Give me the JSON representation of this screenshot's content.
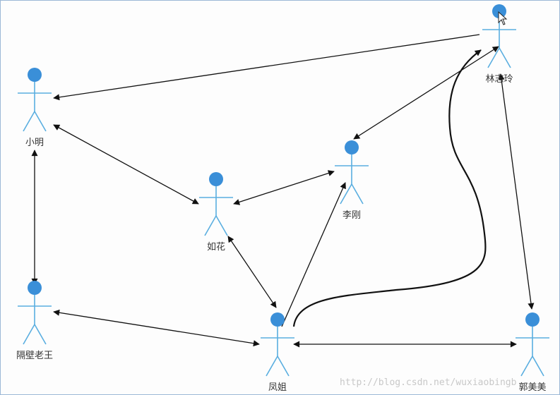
{
  "colors": {
    "actor_head": "#3a8fd8",
    "actor_body": "#5aaee0",
    "edge": "#111111",
    "label": "#333333",
    "watermark": "#c8c8c8"
  },
  "actors": [
    {
      "id": "xiaoming",
      "label": "小明"
    },
    {
      "id": "linzhiling",
      "label": "林志玲"
    },
    {
      "id": "ruhua",
      "label": "如花"
    },
    {
      "id": "ligang",
      "label": "李刚"
    },
    {
      "id": "gebilaowang",
      "label": "隔壁老王"
    },
    {
      "id": "fengjie",
      "label": "凤姐"
    },
    {
      "id": "guomeimei",
      "label": "郭美美"
    }
  ],
  "edges": [
    {
      "from": "linzhiling",
      "to": "xiaoming",
      "arrows": "end"
    },
    {
      "from": "xiaoming",
      "to": "ruhua",
      "arrows": "both"
    },
    {
      "from": "xiaoming",
      "to": "gebilaowang",
      "arrows": "both"
    },
    {
      "from": "linzhiling",
      "to": "ligang",
      "arrows": "both"
    },
    {
      "from": "ruhua",
      "to": "ligang",
      "arrows": "both"
    },
    {
      "from": "ruhua",
      "to": "fengjie",
      "arrows": "both"
    },
    {
      "from": "fengjie",
      "to": "ligang",
      "arrows": "end"
    },
    {
      "from": "fengjie",
      "to": "gebilaowang",
      "arrows": "both"
    },
    {
      "from": "fengjie",
      "to": "guomeimei",
      "arrows": "both"
    },
    {
      "from": "linzhiling",
      "to": "guomeimei",
      "arrows": "both"
    },
    {
      "from": "fengjie",
      "to": "linzhiling",
      "arrows": "end",
      "curved": true
    }
  ],
  "watermark": "http://blog.csdn.net/wuxiaobingb",
  "cursor_icon": "mouse-pointer-icon"
}
